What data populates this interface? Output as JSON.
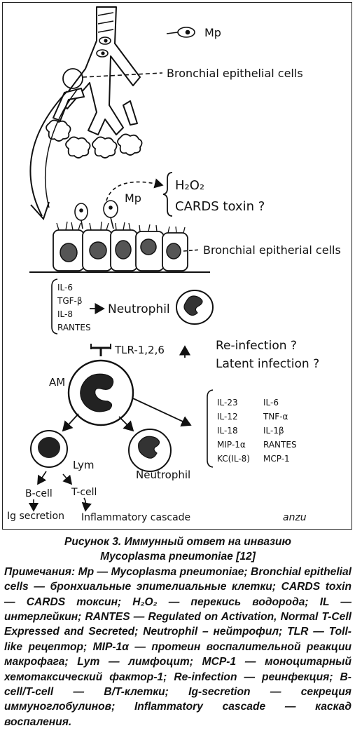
{
  "diagram": {
    "labels": {
      "mp_top": "Mp",
      "bronchial_cells_top": "Bronchial epithelial cells",
      "mp_mid": "Mp",
      "h2o2": "H₂O₂",
      "cards": "CARDS toxin ?",
      "bronchial_cells_mid": "Bronchial epitherial cells",
      "cytokines_1": [
        "IL-6",
        "TGF-β",
        "IL-8",
        "RANTES"
      ],
      "neutrophil_1": "Neutrophil",
      "tlr": "TLR-1,2,6",
      "reinfection": "Re-infection ?",
      "latent": "Latent infection ?",
      "am": "AM",
      "cytokines_left": [
        "IL-23",
        "IL-12",
        "IL-18",
        "MIP-1α",
        "KC(IL-8)"
      ],
      "cytokines_right": [
        "IL-6",
        "TNF-α",
        "IL-1β",
        "RANTES",
        "MCP-1"
      ],
      "lym": "Lym",
      "neutrophil_2": "Neutrophil",
      "bcell": "B-cell",
      "tcell": "T-cell",
      "ig": "Ig secretion",
      "inflammatory": "Inflammatory cascade",
      "signature": "anzu"
    }
  },
  "caption": {
    "title_line1": "Рисунок 3. Иммунный ответ на инвазию",
    "title_line2": "Mycoplasma pneumoniae [12]",
    "notes": "Примечания: Mp — Mycoplasma pneumoniae; Bronchial epithelial cells — бронхиальные эпителиальные клетки; CARDS toxin — CARDS токсин; H₂O₂ — перекись водорода; IL — интерлейкин; RANTES — Regulated on Activation, Normal T-Cell Expressed and Secreted; Neutrophil – нейтрофил; TLR — Toll-like рецептор; MIP-1α — протеин воспалительной реакции макрофага; Lym — лимфоцит; MCP-1 — моноцитарный хемотаксический фактор-1; Re-infection — реинфекция; B-cell/T-cell — B/T-клетки; Ig-secretion — секреция иммуноглобулинов; Inflammatory cascade — каскад воспаления."
  }
}
